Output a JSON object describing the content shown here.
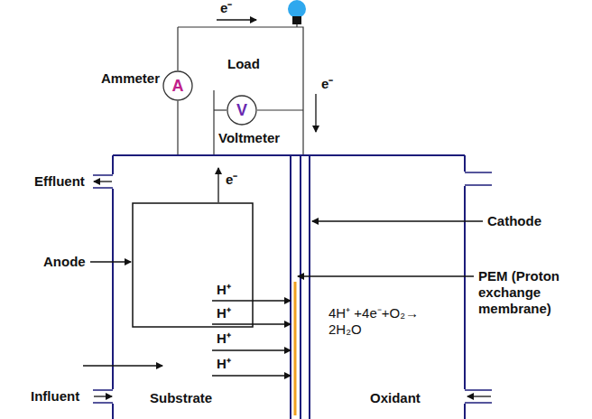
{
  "diagram": {
    "nodes": [
      {
        "text": [
          "A"
        ]
      },
      {
        "text": [
          "V"
        ]
      }
    ],
    "labels": [
      "e⁻",
      "Ammeter",
      "Load",
      "e⁻",
      "Voltmeter",
      "Effluent",
      "e⁻",
      "Cathode",
      "Anode",
      "H⁺",
      "H⁺",
      "PEM (Proton exchange membrane)",
      "H⁺",
      "4H⁺ +4e⁻+O₂→ 2H₂O",
      "H⁺",
      "Influent",
      "Substrate",
      "Oxidant"
    ]
  }
}
